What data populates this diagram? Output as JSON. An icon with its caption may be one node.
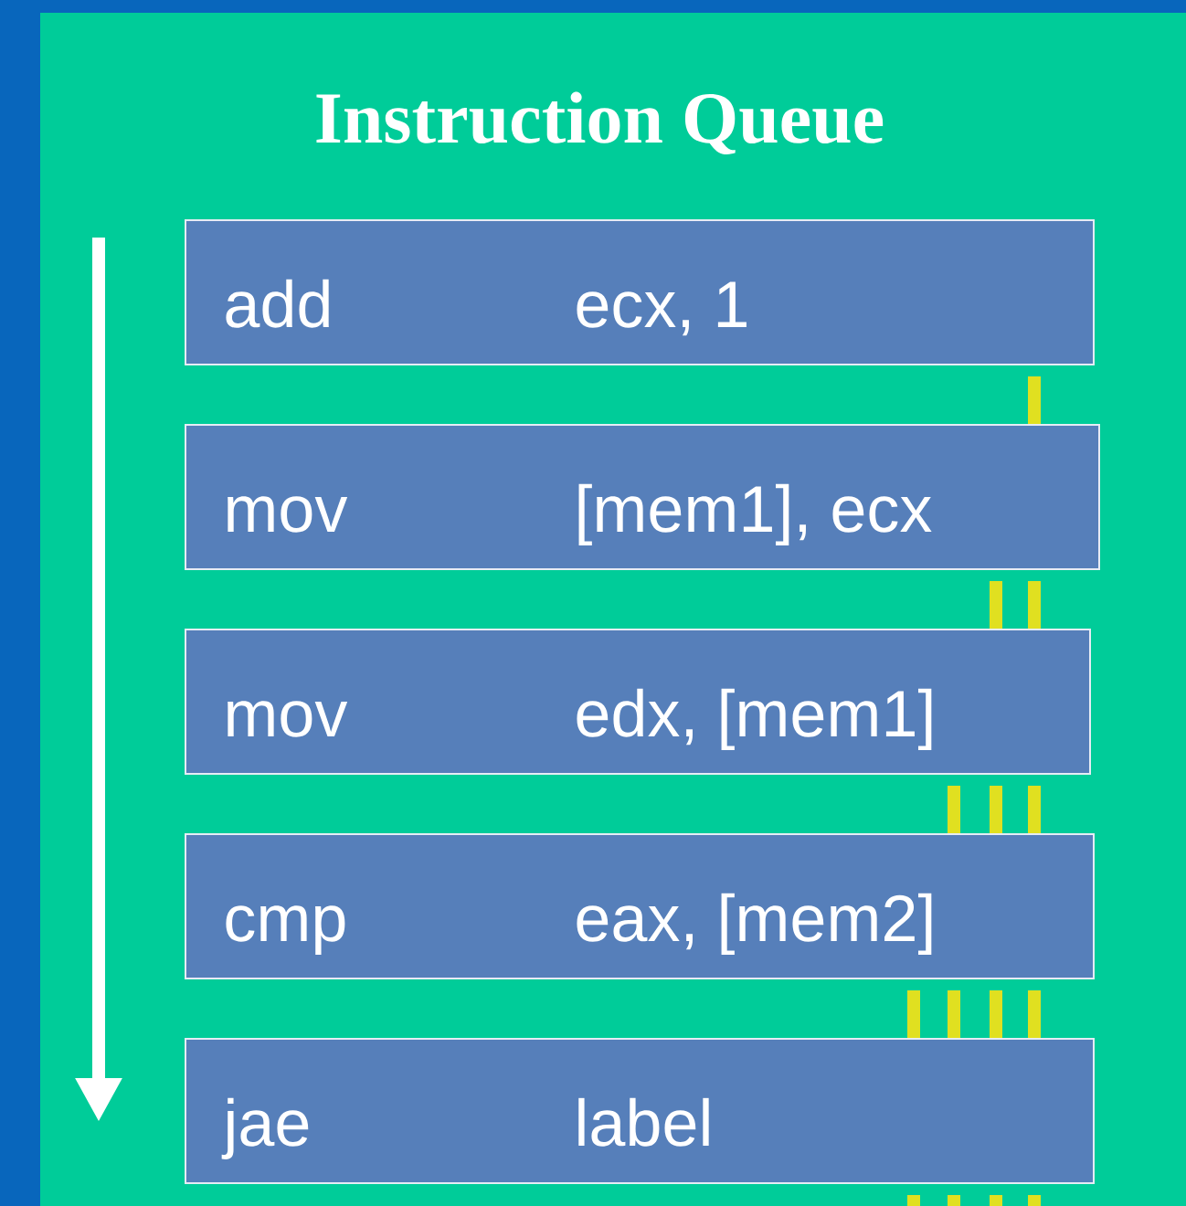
{
  "diagram": {
    "title": "Instruction Queue",
    "nodes": [
      {
        "text": [
          "add",
          "ecx, 1"
        ]
      },
      {
        "text": [
          "mov",
          "[mem1], ecx"
        ]
      },
      {
        "text": [
          "mov",
          "edx, [mem1]"
        ]
      },
      {
        "text": [
          "cmp",
          "eax, [mem2]"
        ]
      },
      {
        "text": [
          "jae",
          "label"
        ]
      }
    ],
    "edges": [
      {
        "from": 0,
        "to": 1,
        "arrow": "none"
      },
      {
        "from": 1,
        "to": 2,
        "arrow": "none"
      },
      {
        "from": 1,
        "to": 2,
        "arrow": "none"
      },
      {
        "from": 2,
        "to": 3,
        "arrow": "none"
      },
      {
        "from": 2,
        "to": 3,
        "arrow": "none"
      },
      {
        "from": 2,
        "to": 3,
        "arrow": "none"
      },
      {
        "from": 3,
        "to": 4,
        "arrow": "none"
      },
      {
        "from": 3,
        "to": 4,
        "arrow": "none"
      },
      {
        "from": 3,
        "to": 4,
        "arrow": "none"
      },
      {
        "from": 3,
        "to": 4,
        "arrow": "none"
      },
      {
        "from": 4,
        "to": null,
        "arrow": "none"
      },
      {
        "from": 4,
        "to": null,
        "arrow": "none"
      },
      {
        "from": 4,
        "to": null,
        "arrow": "none"
      },
      {
        "from": 4,
        "to": null,
        "arrow": "none"
      }
    ]
  }
}
